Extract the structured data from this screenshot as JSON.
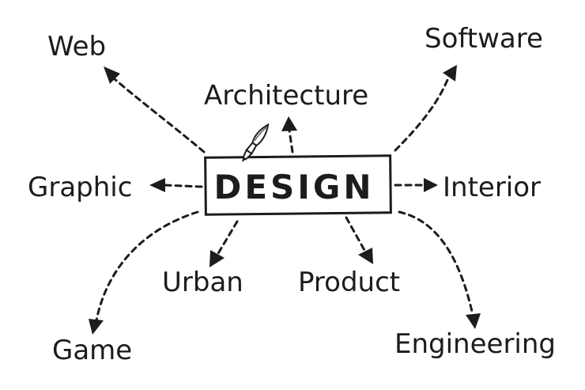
{
  "diagram": {
    "center": {
      "label": "DESIGN",
      "icon": "paintbrush-icon"
    },
    "nodes": [
      {
        "id": "web",
        "label": "Web"
      },
      {
        "id": "architecture",
        "label": "Architecture"
      },
      {
        "id": "software",
        "label": "Software"
      },
      {
        "id": "graphic",
        "label": "Graphic"
      },
      {
        "id": "interior",
        "label": "Interior"
      },
      {
        "id": "urban",
        "label": "Urban"
      },
      {
        "id": "product",
        "label": "Product"
      },
      {
        "id": "game",
        "label": "Game"
      },
      {
        "id": "engineering",
        "label": "Engineering"
      }
    ],
    "colors": {
      "ink": "#1c1c1c",
      "background": "#ffffff"
    }
  }
}
